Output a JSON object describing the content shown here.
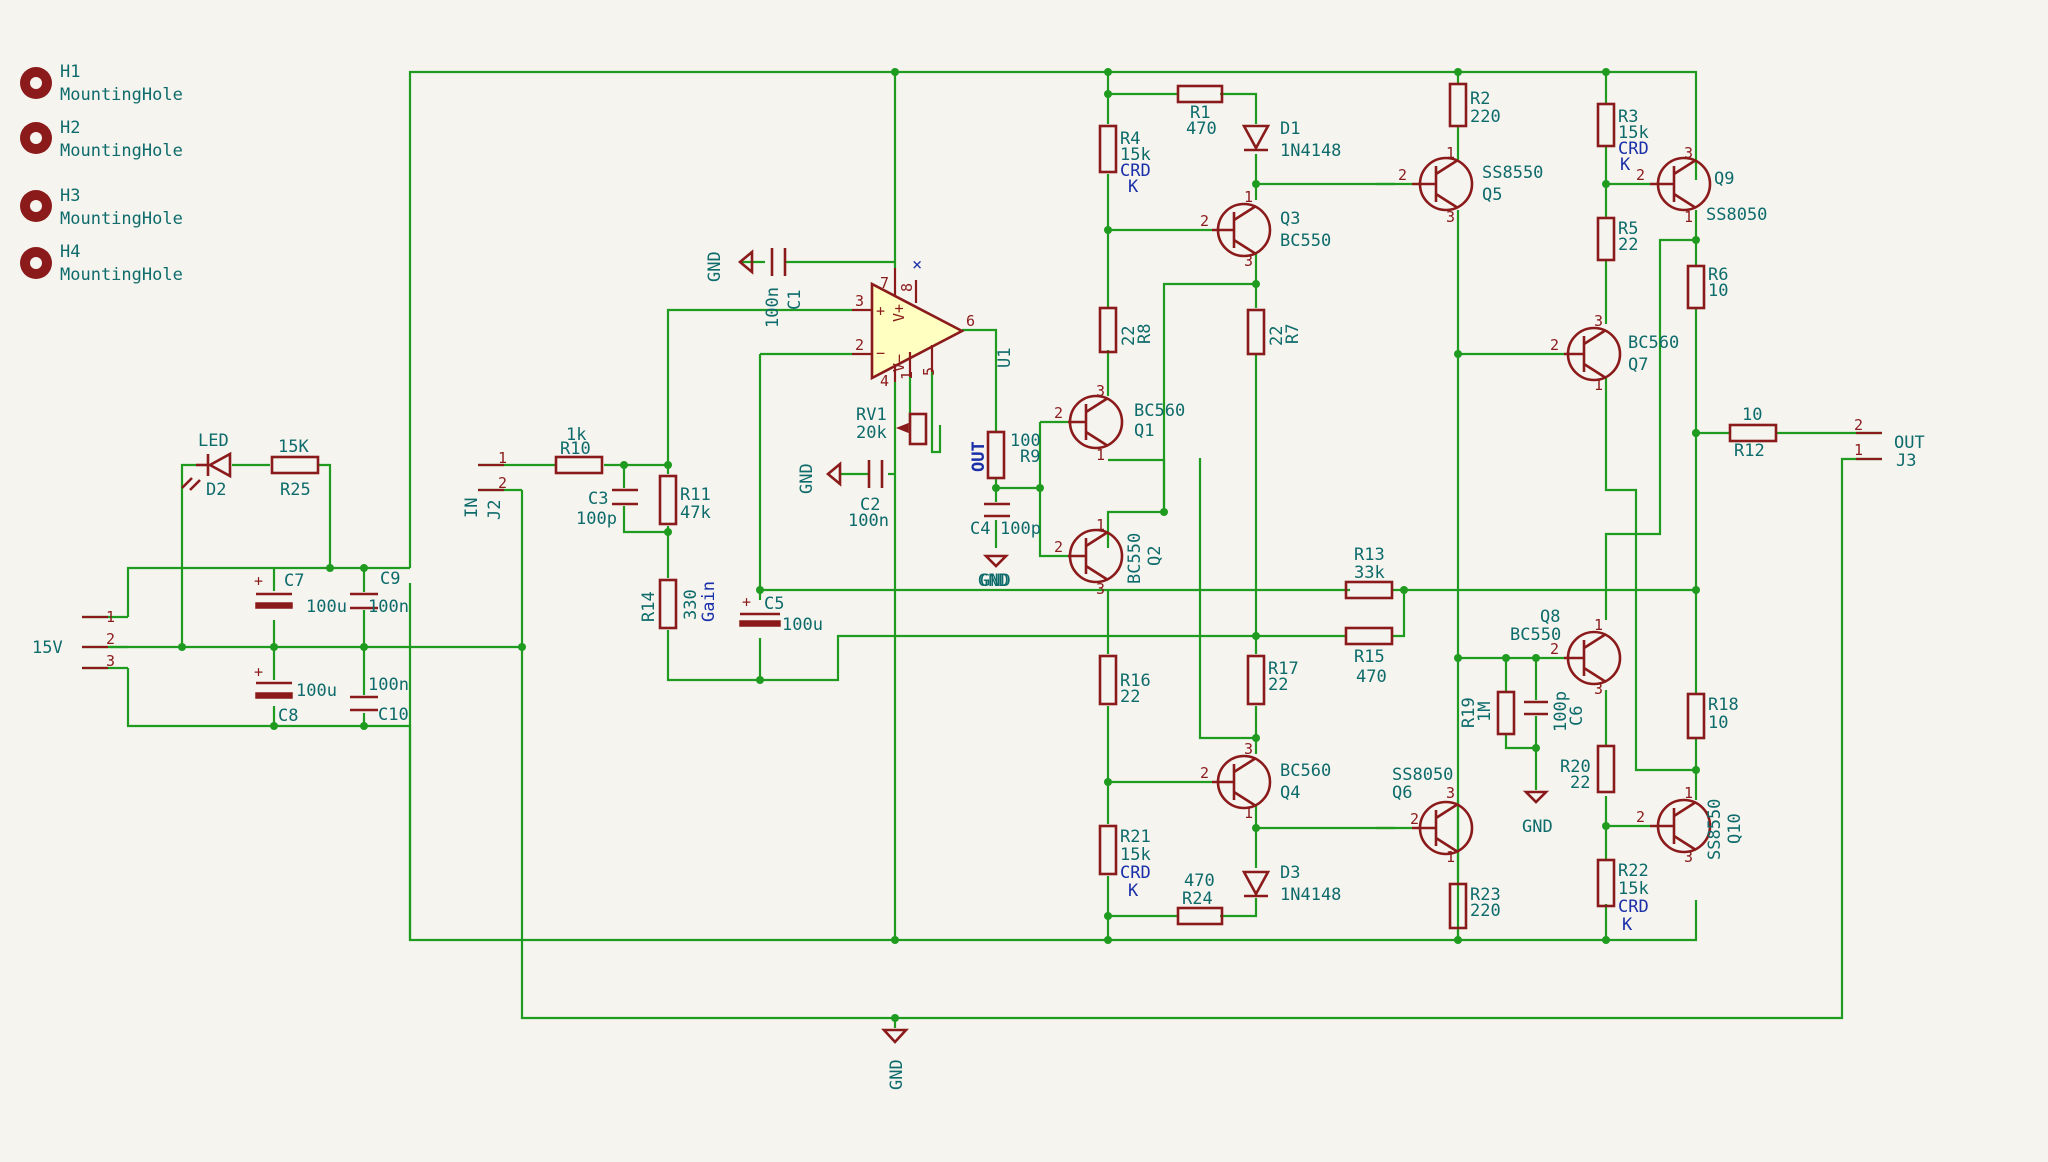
{
  "mounting_holes": [
    {
      "ref": "H1",
      "value": "MountingHole"
    },
    {
      "ref": "H2",
      "value": "MountingHole"
    },
    {
      "ref": "H3",
      "value": "MountingHole"
    },
    {
      "ref": "H4",
      "value": "MountingHole"
    }
  ],
  "power": {
    "input_label": "15V",
    "pins": [
      "1",
      "2",
      "3"
    ],
    "caps": [
      {
        "ref": "C7",
        "value": "100u"
      },
      {
        "ref": "C9",
        "value": "100n"
      },
      {
        "ref": "C8",
        "value": "100u"
      },
      {
        "ref": "C10",
        "value": "100n"
      }
    ],
    "led": {
      "type": "LED",
      "ref": "D2"
    },
    "led_res": {
      "ref": "R25",
      "value": "15K"
    }
  },
  "input": {
    "connector": {
      "ref": "J2",
      "value": "IN",
      "pins": [
        "1",
        "2"
      ]
    },
    "r10": {
      "ref": "R10",
      "value": "1k"
    },
    "c3": {
      "ref": "C3",
      "value": "100p"
    },
    "r11": {
      "ref": "R11",
      "value": "47k"
    },
    "r14": {
      "ref": "R14",
      "value": "330",
      "note": "Gain"
    },
    "c5": {
      "ref": "C5",
      "value": "100u"
    }
  },
  "opamp": {
    "ref": "U1",
    "pins": [
      "3",
      "2",
      "7",
      "4",
      "8",
      "1",
      "5",
      "6"
    ],
    "plus": "+",
    "minus": "−",
    "vplus": "V+",
    "vminus": "V−",
    "c1": {
      "ref": "C1",
      "value": "100n"
    },
    "c2": {
      "ref": "C2",
      "value": "100n"
    },
    "rv1": {
      "ref": "RV1",
      "value": "20k"
    },
    "nc": "×"
  },
  "driver": {
    "r9": {
      "ref": "R9",
      "value": "100",
      "note": "OUT"
    },
    "c4": {
      "ref": "C4",
      "value": "100p"
    },
    "q1": {
      "ref": "Q1",
      "value": "BC560"
    },
    "q2": {
      "ref": "Q2",
      "value": "BC550"
    },
    "q3": {
      "ref": "Q3",
      "value": "BC550"
    },
    "q4": {
      "ref": "Q4",
      "value": "BC560"
    },
    "r1": {
      "ref": "R1",
      "value": "470"
    },
    "d1": {
      "ref": "D1",
      "value": "1N4148"
    },
    "r4": {
      "ref": "R4",
      "value": "15k",
      "note1": "CRD",
      "note2": "K"
    },
    "r8": {
      "ref": "R8",
      "value": "22"
    },
    "r7": {
      "ref": "R7",
      "value": "22"
    },
    "r16": {
      "ref": "R16",
      "value": "22"
    },
    "r17": {
      "ref": "R17",
      "value": "22"
    },
    "r21": {
      "ref": "R21",
      "value": "15k",
      "note1": "CRD",
      "note2": "K"
    },
    "r24": {
      "ref": "R24",
      "value": "470"
    },
    "d3": {
      "ref": "D3",
      "value": "1N4148"
    },
    "r13": {
      "ref": "R13",
      "value": "33k"
    },
    "r15": {
      "ref": "R15",
      "value": "470"
    }
  },
  "output": {
    "r2": {
      "ref": "R2",
      "value": "220"
    },
    "q5": {
      "ref": "Q5",
      "value": "SS8550"
    },
    "r3": {
      "ref": "R3",
      "value": "15k",
      "note1": "CRD",
      "note2": "K"
    },
    "r5": {
      "ref": "R5",
      "value": "22"
    },
    "q9": {
      "ref": "Q9",
      "value": "SS8050"
    },
    "r6": {
      "ref": "R6",
      "value": "10"
    },
    "q7": {
      "ref": "Q7",
      "value": "BC560"
    },
    "r12": {
      "ref": "R12",
      "value": "10"
    },
    "q8": {
      "ref": "Q8",
      "value": "BC550"
    },
    "r19": {
      "ref": "R19",
      "value": "1M"
    },
    "c6": {
      "ref": "C6",
      "value": "100p"
    },
    "r18": {
      "ref": "R18",
      "value": "10"
    },
    "r20": {
      "ref": "R20",
      "value": "22"
    },
    "q6": {
      "ref": "Q6",
      "value": "SS8050"
    },
    "q10": {
      "ref": "Q10",
      "value": "SS8550"
    },
    "r22": {
      "ref": "R22",
      "value": "15k",
      "note1": "CRD",
      "note2": "K"
    },
    "r23": {
      "ref": "R23",
      "value": "220"
    },
    "connector": {
      "ref": "J3",
      "value": "OUT",
      "pins": [
        "2",
        "1"
      ]
    }
  },
  "gnd": "GND"
}
